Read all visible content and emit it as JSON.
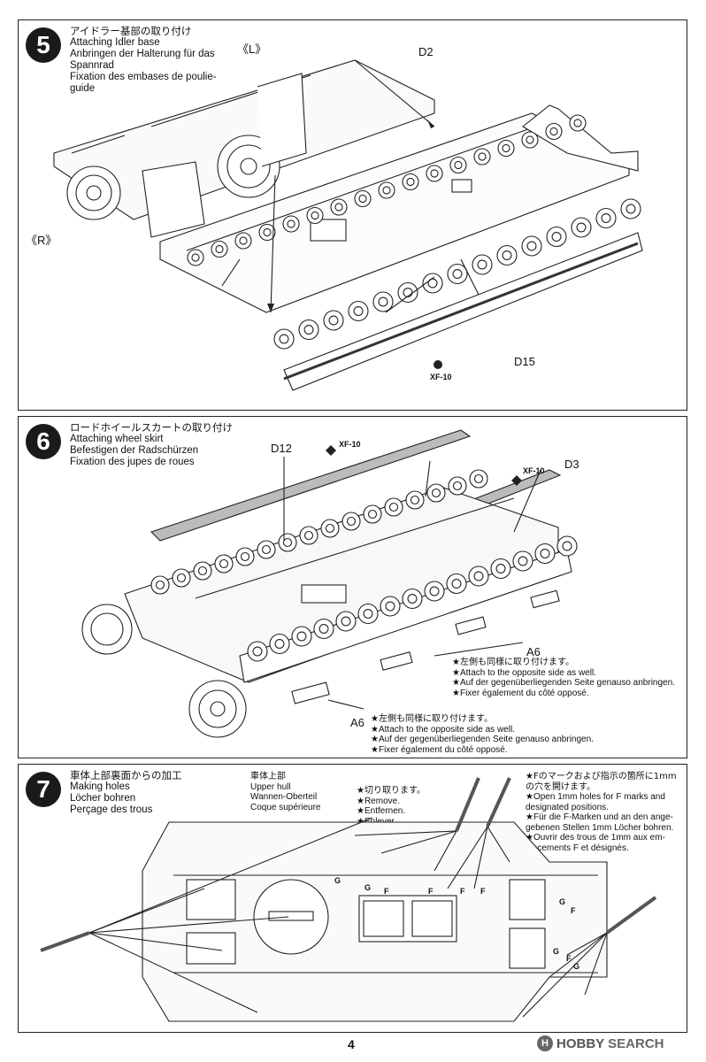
{
  "page_number": "4",
  "watermark": {
    "brand": "HOBBY",
    "rest": "SEARCH",
    "icon_letter": "H"
  },
  "step5": {
    "number": "5",
    "title_jp": "アイドラー基部の取り付け",
    "title_en": "Attaching Idler base",
    "title_de": "Anbringen der Halterung für das Spannrad",
    "title_fr": "Fixation des embases de poulie-guide",
    "label_L": "《L》",
    "label_R": "《R》",
    "part_D2": "D2",
    "part_D15": "D15",
    "paint": "XF-10"
  },
  "step6": {
    "number": "6",
    "title_jp": "ロードホイールスカートの取り付け",
    "title_en": "Attaching wheel skirt",
    "title_de": "Befestigen der Radschürzen",
    "title_fr": "Fixation des jupes de roues",
    "part_D12": "D12",
    "part_D3": "D3",
    "paint1": "XF-10",
    "paint2": "XF-10",
    "part_A6_right": "A6",
    "part_A6_left": "A6",
    "note_right": {
      "jp": "★左側も同様に取り付けます。",
      "en": "★Attach to the opposite side as well.",
      "de": "★Auf der gegenüberliegenden Seite genauso anbringen.",
      "fr": "★Fixer également du côté opposé."
    },
    "note_left": {
      "jp": "★左側も同様に取り付けます。",
      "en": "★Attach to the opposite side as well.",
      "de": "★Auf der gegenüberliegenden Seite genauso anbringen.",
      "fr": "★Fixer également du côté opposé."
    }
  },
  "step7": {
    "number": "7",
    "title_jp": "車体上部裏面からの加工",
    "title_en": "Making holes",
    "title_de": "Löcher bohren",
    "title_fr": "Perçage des trous",
    "hull": {
      "jp": "車体上部",
      "en": "Upper hull",
      "de": "Wannen-Oberteil",
      "fr": "Coque supérieure"
    },
    "cut": {
      "jp": "★切り取ります。",
      "en": "★Remove.",
      "de": "★Entfernen.",
      "fr": "★Enlever."
    },
    "holes": {
      "jp1": "★Fのマークおよび指示の箇所に1mm",
      "jp2": "の穴を開けます。",
      "en1": "★Open 1mm holes for F marks and",
      "en2": "designated positions.",
      "de1": "★Für die F-Marken und an den ange-",
      "de2": "gebenen Stellen 1mm Löcher bohren.",
      "fr1": "★Ouvrir des trous de 1mm aux em-",
      "fr2": "placements F et désignés."
    },
    "mark_G": "G",
    "mark_F": "F"
  }
}
